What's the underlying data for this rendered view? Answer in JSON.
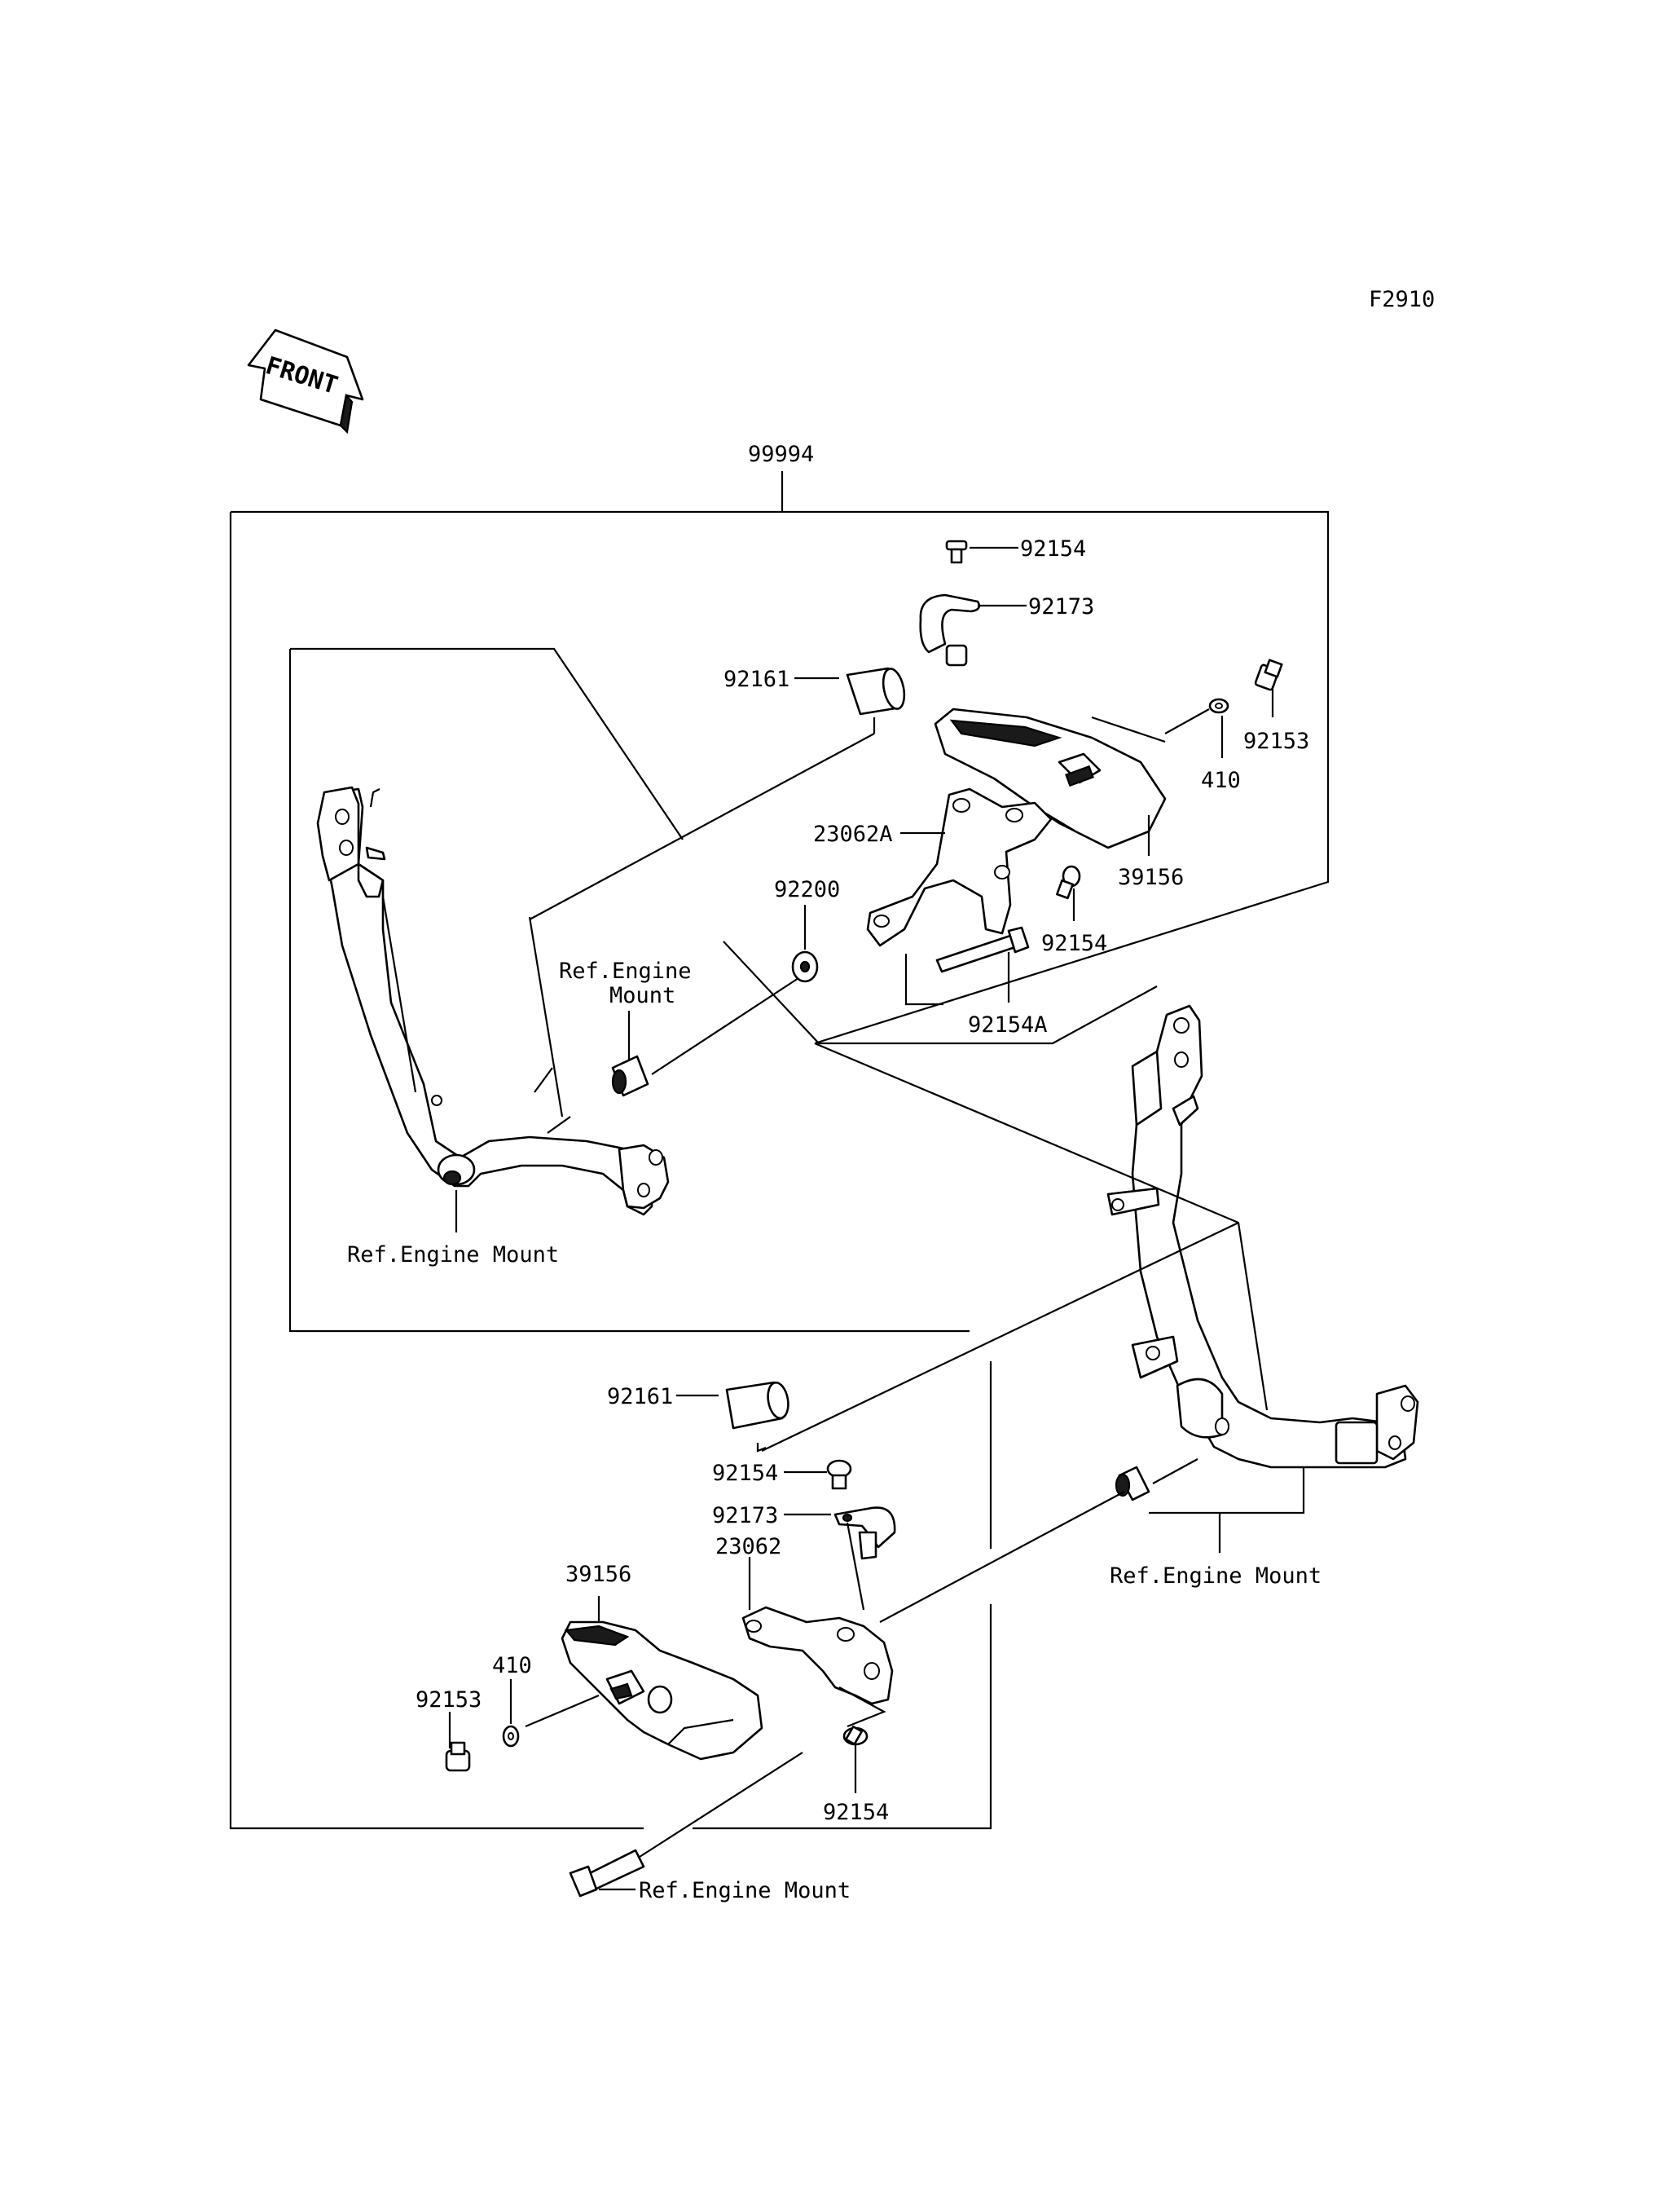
{
  "figure_code": "F2910",
  "front_arrow_text": "FRONT",
  "assembly": {
    "part_no": "99994"
  },
  "upper_right": {
    "bolt_top": "92154",
    "clamp": "92173",
    "collar": "92161",
    "washer": "410",
    "bolt_side": "92153",
    "bracket": "23062A",
    "slider": "39156",
    "spacer": "92200",
    "bolt_lower": "92154",
    "long_bolt": "92154A",
    "ref_mount_line1": "Ref.Engine",
    "ref_mount_line2": "Mount"
  },
  "upper_left": {
    "ref_mount": "Ref.Engine Mount"
  },
  "lower": {
    "collar": "92161",
    "bolt_top": "92154",
    "clamp": "92173",
    "bracket": "23062",
    "slider": "39156",
    "washer": "410",
    "bolt_side": "92153",
    "bolt_bottom": "92154",
    "ref_mount_right": "Ref.Engine Mount",
    "ref_mount_bottom": "Ref.Engine Mount"
  }
}
